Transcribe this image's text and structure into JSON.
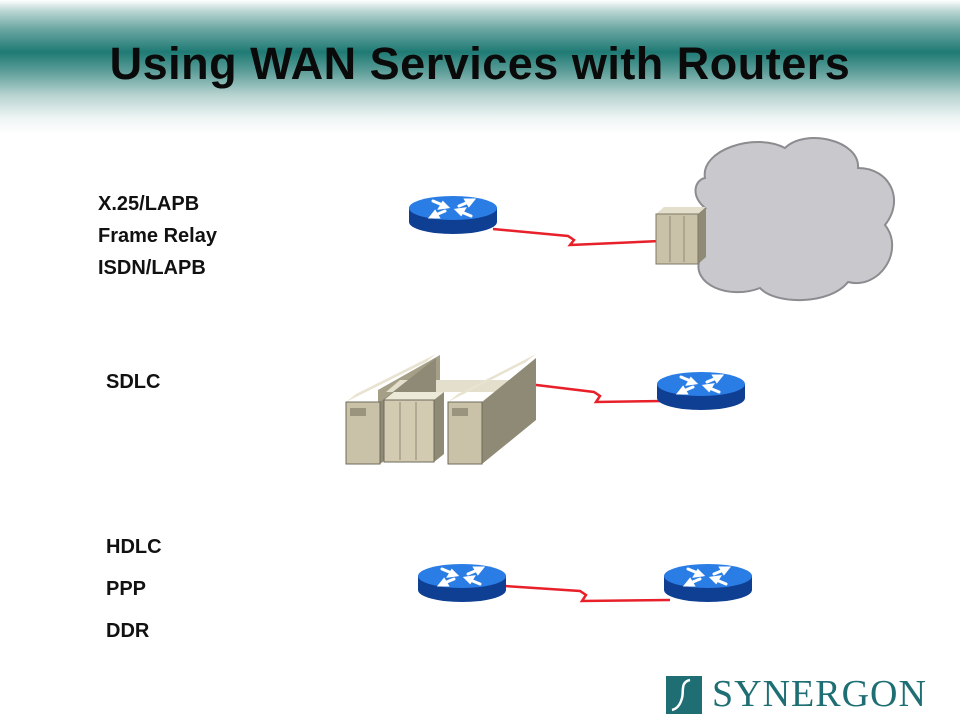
{
  "slide": {
    "title": "Using WAN Services with Routers"
  },
  "rows": [
    {
      "protocols": [
        "X.25/LAPB",
        "Frame Relay",
        "ISDN/LAPB"
      ]
    },
    {
      "protocols": [
        "SDLC"
      ]
    },
    {
      "protocols": [
        "HDLC",
        "PPP",
        "DDR"
      ]
    }
  ],
  "logo": {
    "text": "SYNERGON",
    "icon": "s-swoosh-icon"
  },
  "colors": {
    "header_band": "#1f7a74",
    "router_blue": "#1f6fe0",
    "link_red": "#e8202a",
    "cloud_gray": "#c9c9cd",
    "mainframe_beige": "#c9c2a8",
    "logo_teal": "#1e6e73"
  },
  "icons": [
    "router-icon",
    "wan-cloud-icon",
    "wan-switch-icon",
    "mainframe-icon",
    "serial-link-icon"
  ]
}
